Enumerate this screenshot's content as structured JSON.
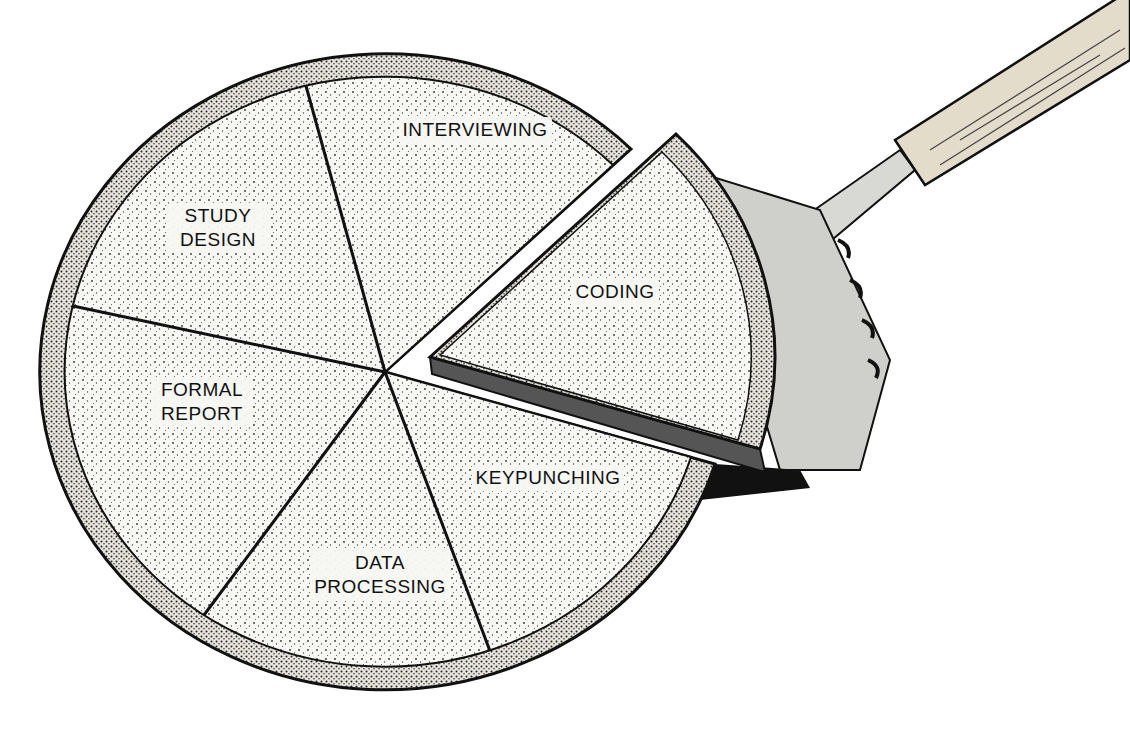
{
  "diagram": {
    "nodes": [
      {
        "text": [
          "STUDY DESIGN"
        ]
      },
      {
        "text": [
          "INTERVIEWING"
        ]
      },
      {
        "text": [
          "CODING"
        ]
      },
      {
        "text": [
          "KEYPUNCHING"
        ]
      },
      {
        "text": [
          "DATA PROCESSING"
        ]
      },
      {
        "text": [
          "FORMAL REPORT"
        ]
      }
    ]
  }
}
